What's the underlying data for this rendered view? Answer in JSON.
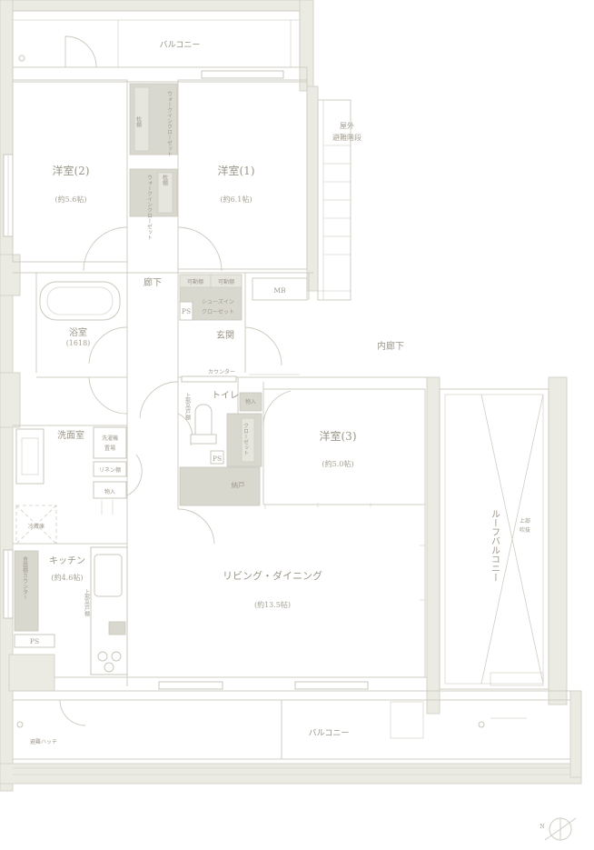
{
  "rooms": {
    "balcony_top": "バルコニー",
    "western2": "洋室(2)",
    "western2_size": "(約5.6帖)",
    "western1": "洋室(1)",
    "western1_size": "(約6.1帖)",
    "walkin_closet_1": "ウォークイン\nクローゼット",
    "walkin_closet_2": "ウォークイン\nクローゼット",
    "shelf_1": "枕棚",
    "shelf_2": "枕棚",
    "outdoor_stairs": "屋外\n避難階段",
    "hallway": "廊下",
    "bathroom": "浴室",
    "bathroom_size": "(1618)",
    "entrance": "玄関",
    "shoes_closet": "シューズイン\nクローゼット",
    "movable_shelf_1": "可動棚",
    "movable_shelf_2": "可動棚",
    "ps_1": "PS",
    "mb": "MB",
    "inner_corridor": "内廊下",
    "counter": "カウンター",
    "toilet": "トイレ",
    "toilet_cabinet": "上部吊戸棚",
    "storage_in_1": "物入",
    "closet_3": "クローゼット",
    "ps_2": "PS",
    "western3": "洋室(3)",
    "western3_size": "(約5.0帖)",
    "washroom": "洗面室",
    "washing_machine": "洗濯機\n置場",
    "linen_shelf": "リネン棚",
    "storage_in_2": "物入",
    "nando": "納戸",
    "fridge": "冷蔵庫",
    "kitchen": "キッチン",
    "kitchen_size": "(約4.6帖)",
    "cupboard_counter": "食器棚カウンター",
    "kitchen_cabinet": "上部吊戸棚",
    "ps_3": "PS",
    "living_dining": "リビング・ダイニング",
    "living_dining_size": "(約13.5帖)",
    "roof_balcony": "ルーフバルコニー",
    "void_above": "上部\n吹抜",
    "balcony_bottom": "バルコニー",
    "evacuation_hatch": "避難ハッチ",
    "compass_label": "N"
  }
}
